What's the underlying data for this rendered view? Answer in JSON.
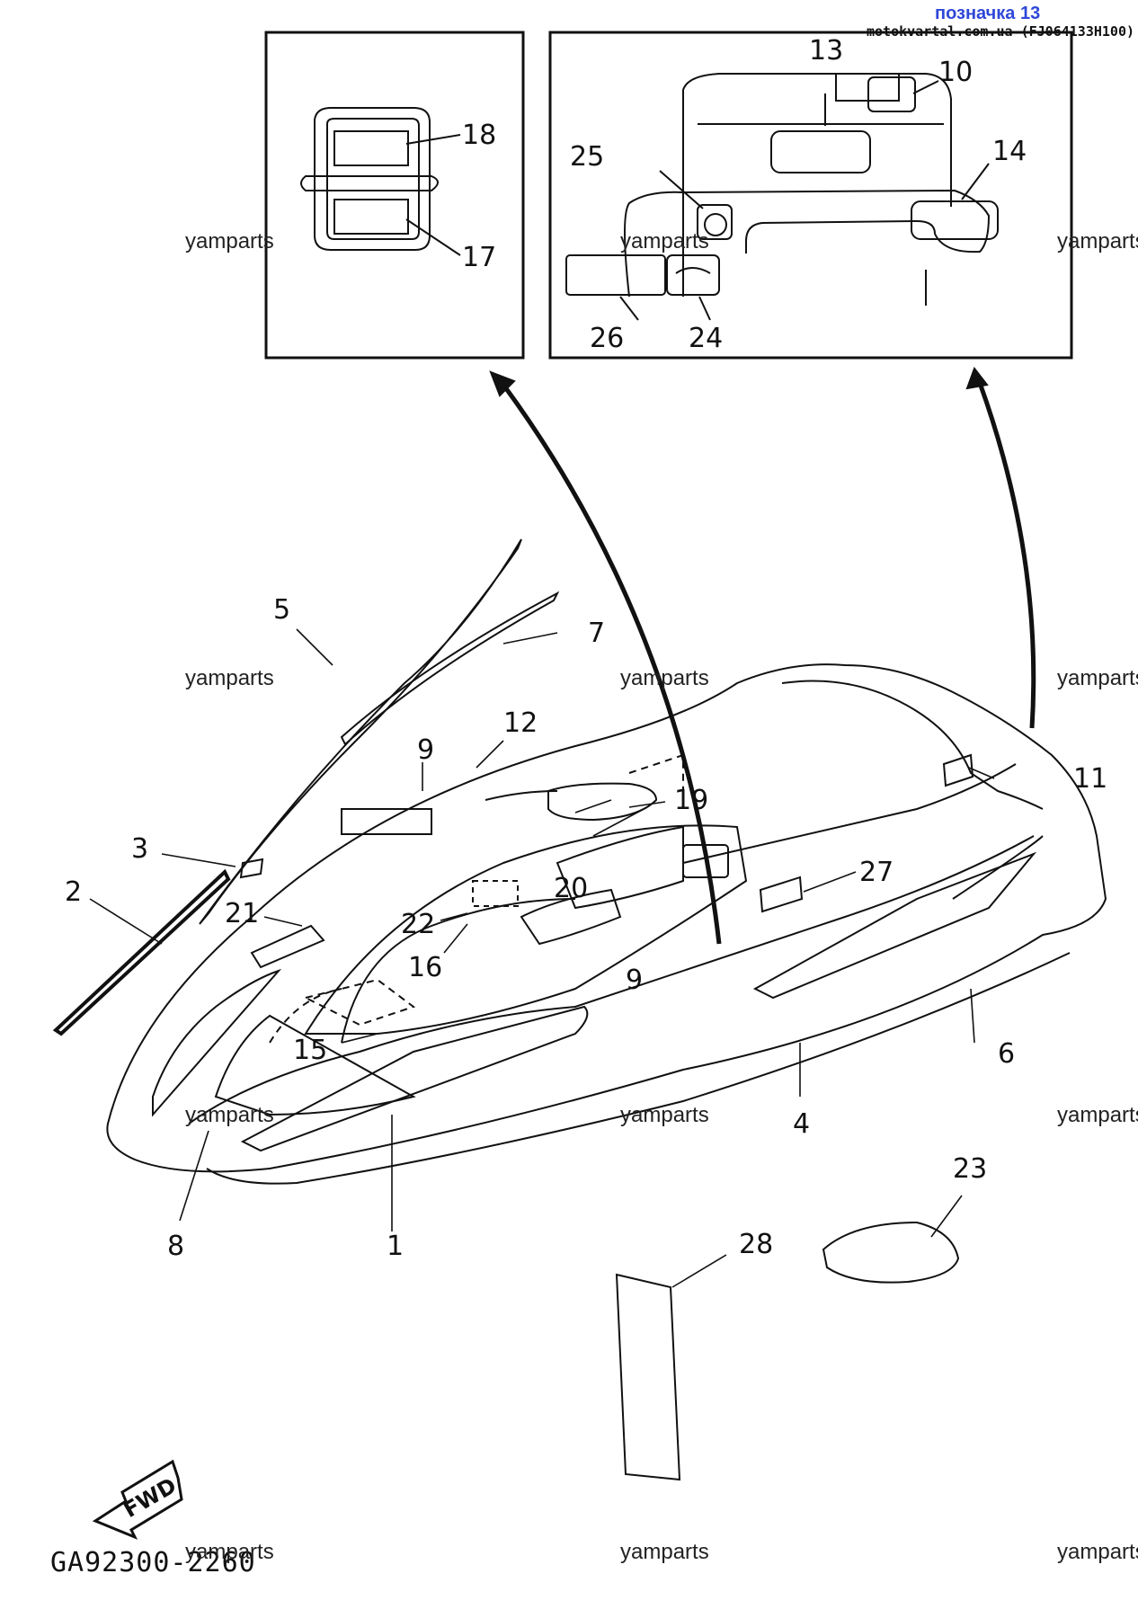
{
  "header": {
    "ref_link": "позначка 13",
    "source_line": "motokvartal.com.ua (FJ064133H100)"
  },
  "diagram_code": "GA92300-2260",
  "fwd_label": "FWD",
  "watermark_text": "yamparts",
  "callouts": {
    "c1": "1",
    "c2": "2",
    "c3": "3",
    "c4": "4",
    "c5": "5",
    "c6": "6",
    "c7": "7",
    "c8": "8",
    "c9a": "9",
    "c9b": "9",
    "c10": "10",
    "c11": "11",
    "c12": "12",
    "c13": "13",
    "c14": "14",
    "c15": "15",
    "c16": "16",
    "c17": "17",
    "c18": "18",
    "c19": "19",
    "c20": "20",
    "c21": "21",
    "c22": "22",
    "c23": "23",
    "c24": "24",
    "c25": "25",
    "c26": "26",
    "c27": "27",
    "c28": "28"
  }
}
